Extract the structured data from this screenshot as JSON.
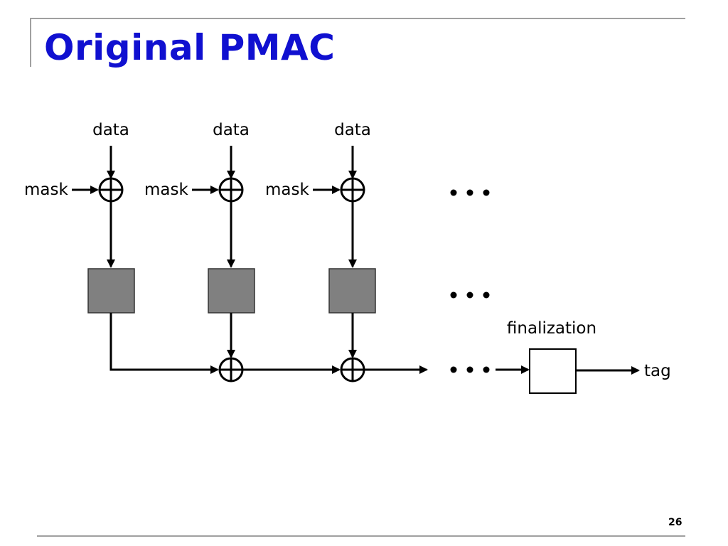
{
  "slide": {
    "title": "Original PMAC",
    "page_number": "26"
  },
  "diagram": {
    "input_label": "data",
    "mask_label": "mask",
    "finalization_label": "finalization",
    "output_label": "tag",
    "block_color": "#808080",
    "title_color": "#1010d0",
    "rule_color": "#a0a0a0",
    "columns": 3,
    "ellipsis_glyph": "•••"
  }
}
